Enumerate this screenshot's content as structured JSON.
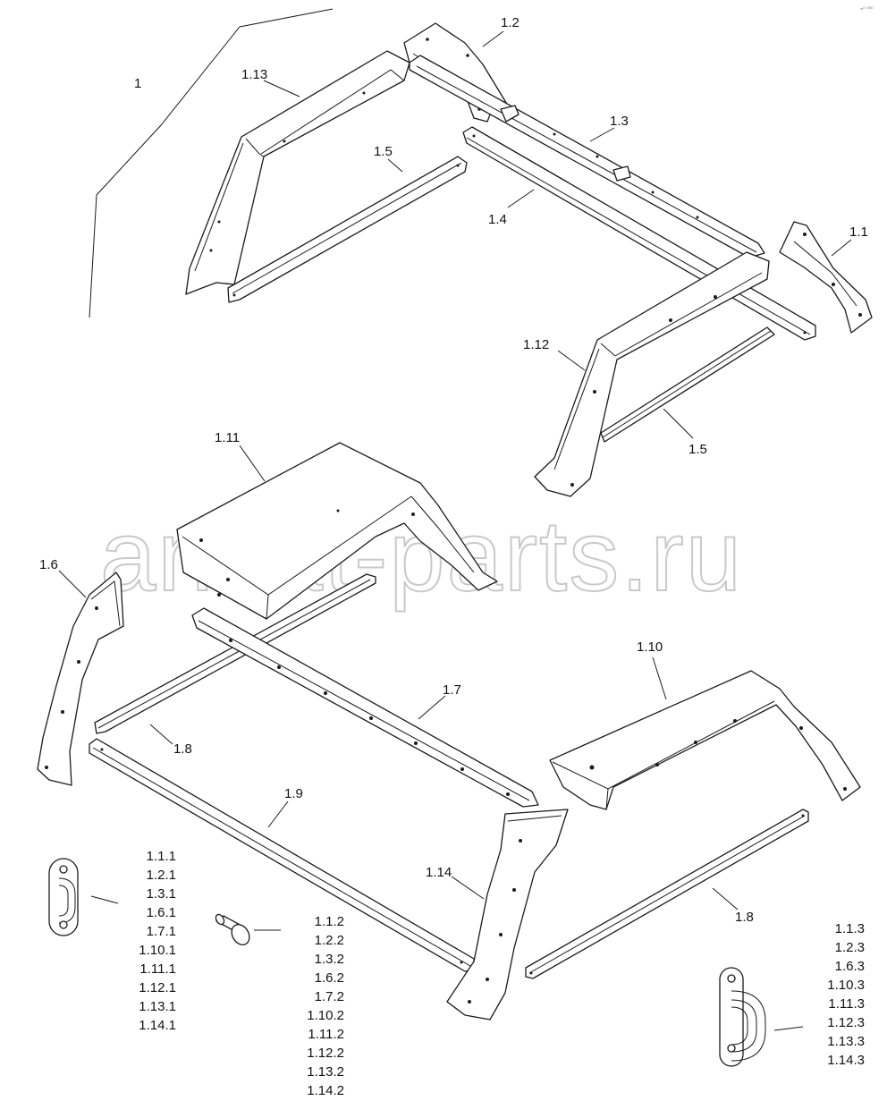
{
  "watermark": "ansat-parts.ru",
  "corner_mark": "≈⁰ ⁰⁰⁰",
  "callouts": {
    "c1": "1",
    "c1_13": "1.13",
    "c1_2": "1.2",
    "c1_3": "1.3",
    "c1_5a": "1.5",
    "c1_4": "1.4",
    "c1_1": "1.1",
    "c1_12": "1.12",
    "c1_5b": "1.5",
    "c1_11": "1.11",
    "c1_6": "1.6",
    "c1_10": "1.10",
    "c1_7": "1.7",
    "c1_8a": "1.8",
    "c1_9": "1.9",
    "c1_14": "1.14",
    "c1_8b": "1.8"
  },
  "hardware_lists": {
    "fastener_1": [
      "1.1.1",
      "1.2.1",
      "1.3.1",
      "1.6.1",
      "1.7.1",
      "1.10.1",
      "1.11.1",
      "1.12.1",
      "1.13.1",
      "1.14.1"
    ],
    "fastener_2": [
      "1.1.2",
      "1.2.2",
      "1.3.2",
      "1.6.2",
      "1.7.2",
      "1.10.2",
      "1.11.2",
      "1.12.2",
      "1.13.2",
      "1.14.2"
    ],
    "fastener_3": [
      "1.1.3",
      "1.2.3",
      "1.6.3",
      "1.10.3",
      "1.11.3",
      "1.12.3",
      "1.13.3",
      "1.14.3"
    ]
  }
}
